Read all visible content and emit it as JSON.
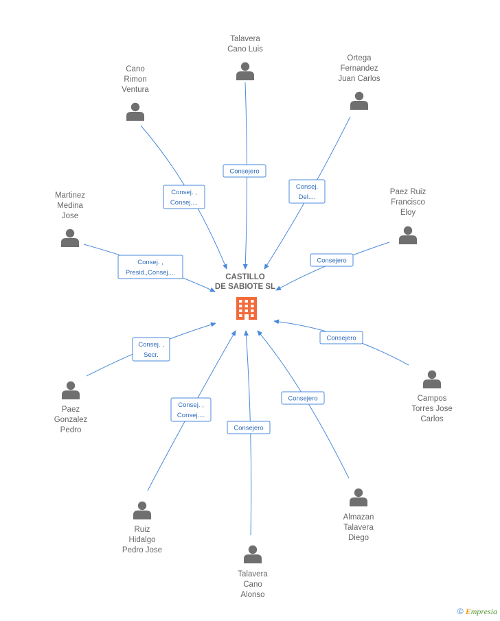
{
  "company": {
    "name_lines": [
      "CASTILLO",
      "DE SABIOTE SL"
    ],
    "icon": "building-icon",
    "icon_color": "#f26a3a"
  },
  "colors": {
    "edge": "#4a89dc",
    "label_text": "#2f6bb8",
    "person": "#6f6f6f",
    "name": "#666666"
  },
  "people": [
    {
      "id": "talavera-cano-luis",
      "name_lines": [
        "Talavera",
        "Cano Luis"
      ],
      "role_lines": [
        "Consejero"
      ]
    },
    {
      "id": "ortega-fernandez-juan-carlos",
      "name_lines": [
        "Ortega",
        "Fernandez",
        "Juan Carlos"
      ],
      "role_lines": [
        "Consej.",
        "Del...."
      ]
    },
    {
      "id": "cano-rimon-ventura",
      "name_lines": [
        "Cano",
        "Rimon",
        "Ventura"
      ],
      "role_lines": [
        "Consej. ,",
        "Consej...."
      ]
    },
    {
      "id": "martinez-medina-jose",
      "name_lines": [
        "Martinez",
        "Medina",
        "Jose"
      ],
      "role_lines": [
        "Consej. ,",
        "Presid.,Consej...."
      ]
    },
    {
      "id": "paez-ruiz-francisco-eloy",
      "name_lines": [
        "Paez Ruiz",
        "Francisco",
        "Eloy"
      ],
      "role_lines": [
        "Consejero"
      ]
    },
    {
      "id": "campos-torres-jose-carlos",
      "name_lines": [
        "Campos",
        "Torres Jose",
        "Carlos"
      ],
      "role_lines": [
        "Consejero"
      ]
    },
    {
      "id": "paez-gonzalez-pedro",
      "name_lines": [
        "Paez",
        "Gonzalez",
        "Pedro"
      ],
      "role_lines": [
        "Consej. ,",
        "Secr."
      ]
    },
    {
      "id": "ruiz-hidalgo-pedro-jose",
      "name_lines": [
        "Ruiz",
        "Hidalgo",
        "Pedro Jose"
      ],
      "role_lines": [
        "Consej. ,",
        "Consej...."
      ]
    },
    {
      "id": "talavera-cano-alonso",
      "name_lines": [
        "Talavera",
        "Cano",
        "Alonso"
      ],
      "role_lines": [
        "Consejero"
      ]
    },
    {
      "id": "almazan-talavera-diego",
      "name_lines": [
        "Almazan",
        "Talavera",
        "Diego"
      ],
      "role_lines": [
        "Consejero"
      ]
    }
  ],
  "footer": {
    "copyright_symbol": "©",
    "brand_first": "E",
    "brand_rest": "mpresia"
  }
}
